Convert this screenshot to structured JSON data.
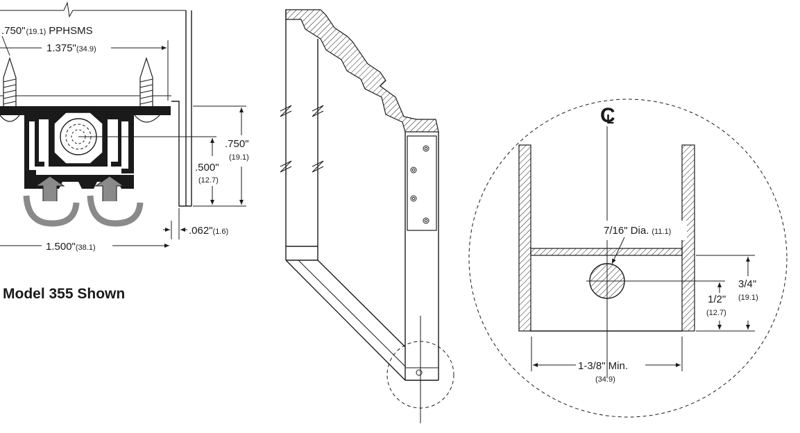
{
  "left_view": {
    "screw_label": ".750\"",
    "screw_label_mm": "(19.1)",
    "screw_label_type": "PPHSMS",
    "width_top": "1.375\"",
    "width_top_mm": "(34.9)",
    "height_outer": ".750\"",
    "height_outer_mm": "(19.1)",
    "height_inner": ".500\"",
    "height_inner_mm": "(12.7)",
    "gap": ".062\"",
    "gap_mm": "(1.6)",
    "width_bottom": "1.500\"",
    "width_bottom_mm": "(38.1)",
    "caption": "Model 355 Shown"
  },
  "detail_view": {
    "centerline_symbol": "CL",
    "hole_label": "7/16\" Dia.",
    "hole_label_mm": "(11.1)",
    "height_outer": "3/4\"",
    "height_outer_mm": "(19.1)",
    "height_inner": "1/2\"",
    "height_inner_mm": "(12.7)",
    "width_min": "1-3/8\" Min.",
    "width_min_mm": "(34.9)"
  }
}
